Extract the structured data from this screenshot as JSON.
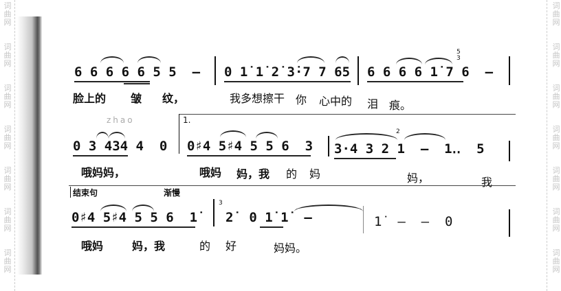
{
  "watermark": "词曲网",
  "line1": {
    "m1": "6 6 6 6 6 5 5  –",
    "m2": "0 1̇ 1̇ 2̇ 3̇·7 7 65",
    "m3": "6 6 6 6 1̇ 7 6  –",
    "grace": "5 3",
    "lyrics": [
      "脸上的",
      "皱",
      "纹，",
      "我多想擦干",
      "你",
      "心中的",
      "泪",
      "痕。"
    ]
  },
  "line2": {
    "mark_faint": "zhao",
    "volta": "1.",
    "m1": "0 3 434 4  0",
    "m2": "0♯4 5♯4 5 5 6  3",
    "m3": "3·4 3 2 1  –  1‥  5",
    "grace": "2",
    "lyrics": [
      "哦妈妈，",
      "哦妈",
      "妈，我",
      "的",
      "妈",
      "妈，",
      "我"
    ]
  },
  "line3": {
    "ending_label": "结束句",
    "tempo": "渐慢",
    "m1": "0♯4 5♯4 5 5 6  1̇",
    "m2": "2̇  0 1̇ 1̇  –",
    "m3": "1̇  –  –  0",
    "grace": "3",
    "lyrics": [
      "哦妈",
      "妈，我",
      "的",
      "好",
      "妈妈。"
    ]
  }
}
